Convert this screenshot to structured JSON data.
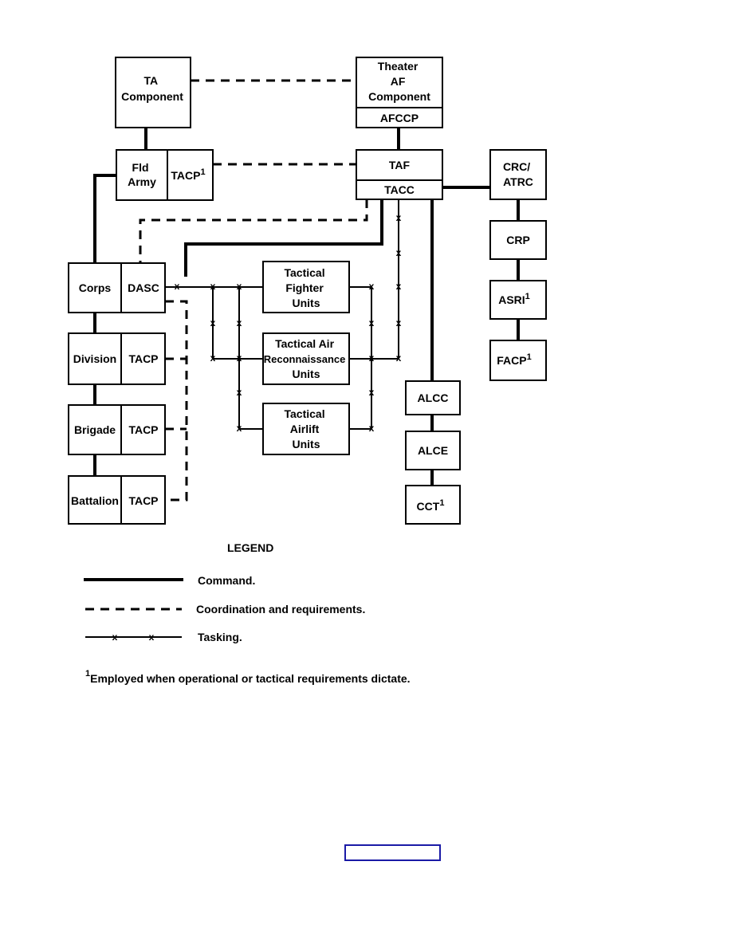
{
  "nodes": {
    "ta_component": [
      "TA",
      "Component"
    ],
    "theater_af": [
      "Theater",
      "AF",
      "Component"
    ],
    "afccp": "AFCCP",
    "fld_army": [
      "Fld",
      "Army"
    ],
    "fld_army_tacp": "TACP",
    "taf": "TAF",
    "tacc": "TACC",
    "crc_atrc": [
      "CRC/",
      "ATRC"
    ],
    "crp": "CRP",
    "asri": "ASRI",
    "facp": "FACP",
    "corps": "Corps",
    "dasc": "DASC",
    "division": "Division",
    "division_tacp": "TACP",
    "brigade": "Brigade",
    "brigade_tacp": "TACP",
    "battalion": "Battalion",
    "battalion_tacp": "TACP",
    "tactical_fighter": [
      "Tactical",
      "Fighter",
      "Units"
    ],
    "tactical_air_recon": [
      "Tactical Air",
      "Reconnaissance",
      "Units"
    ],
    "tactical_airlift": [
      "Tactical",
      "Airlift",
      "Units"
    ],
    "alcc": "ALCC",
    "alce": "ALCE",
    "cct": "CCT"
  },
  "footnote_marker": "1",
  "tasking_mark": "x",
  "legend": {
    "title": "LEGEND",
    "command": "Command.",
    "coordination": "Coordination and requirements.",
    "tasking": "Tasking."
  },
  "footnote": {
    "marker": "1",
    "text": "Employed when operational or tactical requirements dictate."
  }
}
